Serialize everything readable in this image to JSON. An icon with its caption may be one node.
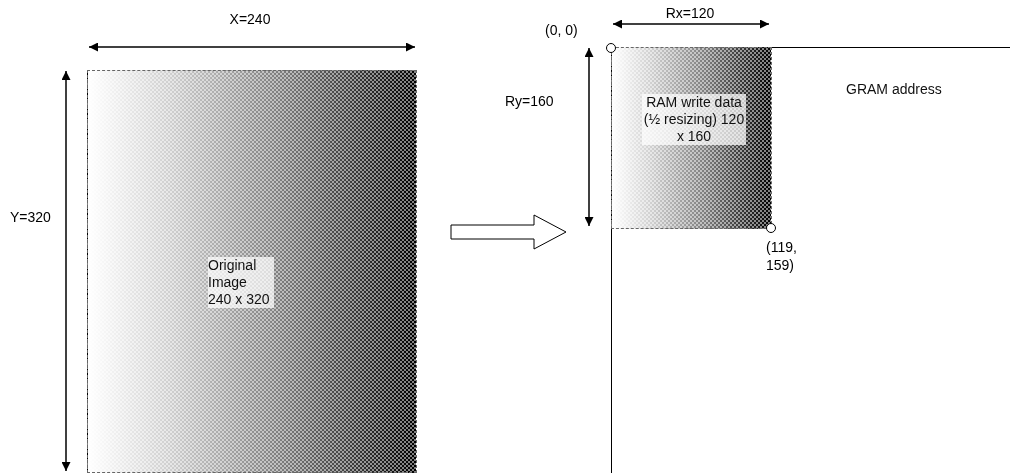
{
  "diagram": {
    "nodes": [
      {
        "text": [
          "Original Image 240 x 320"
        ]
      },
      {
        "text": [
          "GRAM address"
        ]
      },
      {
        "text": [
          "RAM write data (½ resizing) 120 x 160"
        ],
        "in": 1
      }
    ],
    "edges": [
      {
        "from": 0,
        "to": 1,
        "arrow": "to"
      }
    ],
    "labels": [
      "X=240",
      "Rx=120",
      "(0, 0)",
      "Ry=160",
      "Y=320",
      "(119, 159)"
    ]
  }
}
